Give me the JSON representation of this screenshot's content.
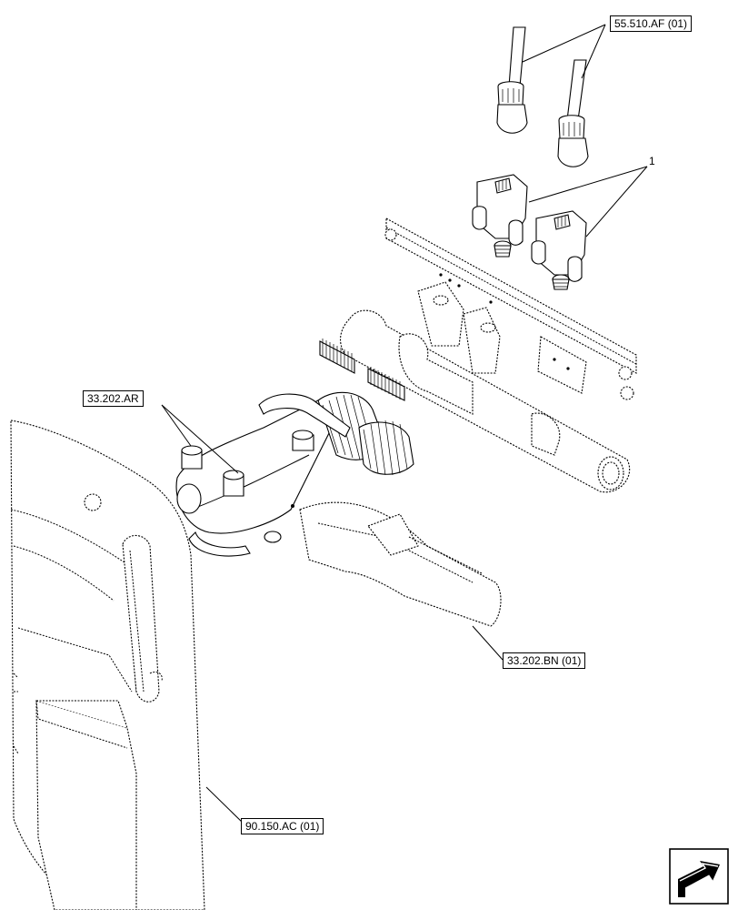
{
  "callouts": {
    "ref_sensor_harness": "55.510.AF (01)",
    "item_sensor": "1",
    "ref_valve": "33.202.AR",
    "ref_valve_bracket": "33.202.BN (01)",
    "ref_cab": "90.150.AC (01)"
  },
  "icons": {
    "nav": "next-page-arrow-icon"
  }
}
